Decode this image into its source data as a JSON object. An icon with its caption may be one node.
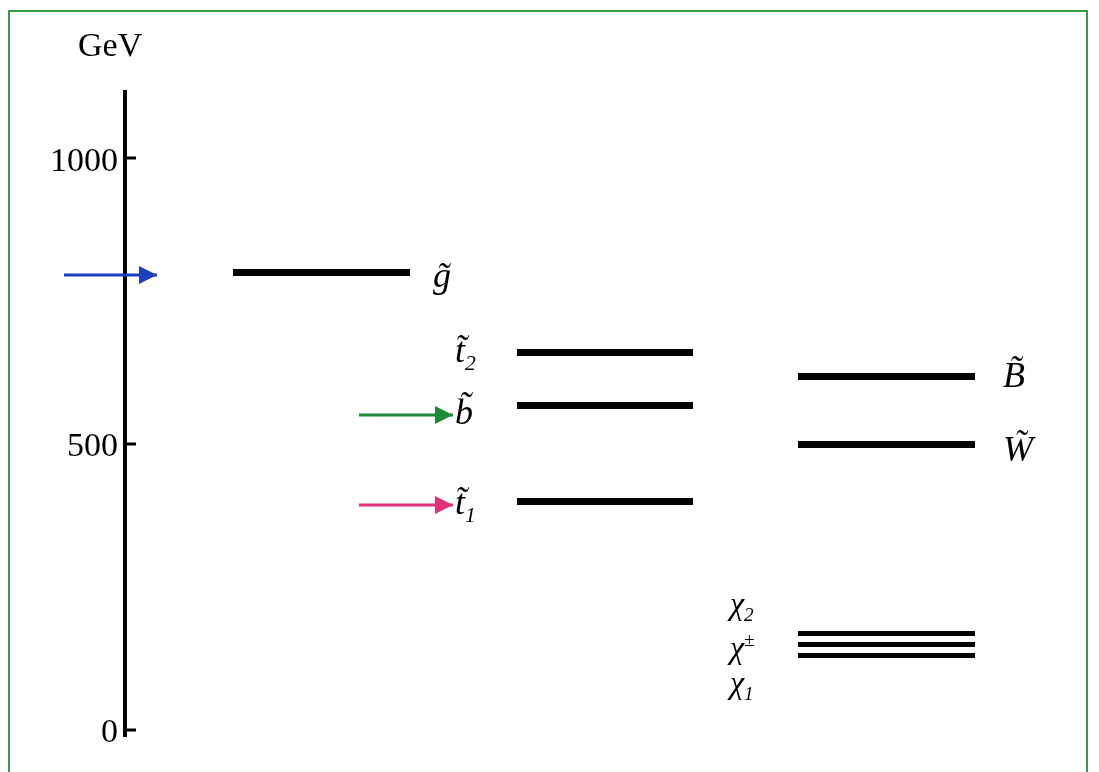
{
  "diagram": {
    "nodes": [
      {
        "text": [],
        "shape": "bar",
        "beside": [
          "g̃"
        ]
      },
      {
        "text": [],
        "shape": "bar",
        "beside": [
          "t̃$_{2}$"
        ]
      },
      {
        "text": [],
        "shape": "bar",
        "beside": [
          "b̃"
        ]
      },
      {
        "text": [],
        "shape": "bar",
        "beside": [
          "t̃$_{1}$"
        ]
      },
      {
        "text": [],
        "shape": "bar",
        "beside": [
          "B̃"
        ]
      },
      {
        "text": [],
        "shape": "bar",
        "beside": [
          "W̃"
        ]
      },
      {
        "text": [],
        "shape": "bar",
        "beside": [
          "χ$_{2}$"
        ]
      },
      {
        "text": [],
        "shape": "bar",
        "beside": [
          "χ$^{±}$"
        ]
      },
      {
        "text": [],
        "shape": "bar",
        "beside": [
          "χ$_{1}$"
        ]
      }
    ],
    "edges": [
      {
        "from": null,
        "to": 2,
        "arrow": "to",
        "color": "#1e8a3a"
      },
      {
        "from": null,
        "to": 3,
        "arrow": "to",
        "color": "#e0317a"
      }
    ],
    "labels": [
      "GeV",
      "1000",
      "500",
      "0"
    ]
  }
}
